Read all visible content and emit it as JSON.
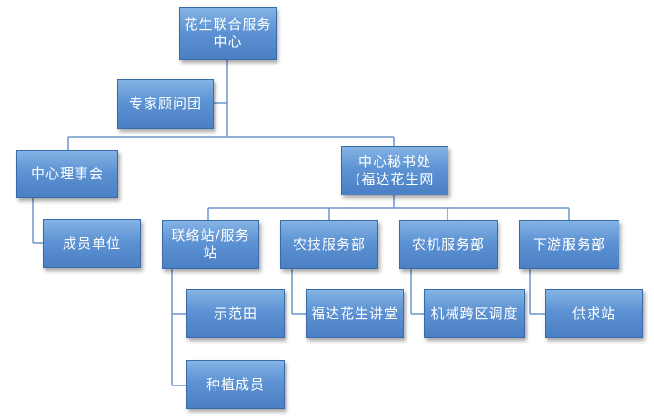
{
  "chart_title": "",
  "nodes": {
    "root": "花生联合服务\n中心",
    "expert": "专家顾问团",
    "council": "中心理事会",
    "members": "成员单位",
    "secretariat": "中心秘书处\n(福达花生网",
    "liaison": "联络站/服务\n站",
    "agritech": "农技服务部",
    "machinery": "农机服务部",
    "downstream": "下游服务部",
    "demo_field": "示范田",
    "planters": "种植成员",
    "lecture": "福达花生讲堂",
    "dispatch": "机械跨区调度",
    "supply": "供求站"
  },
  "colors": {
    "node_top": "#84b3e4",
    "node_bottom": "#4a80c4",
    "line": "#6b95cc"
  }
}
